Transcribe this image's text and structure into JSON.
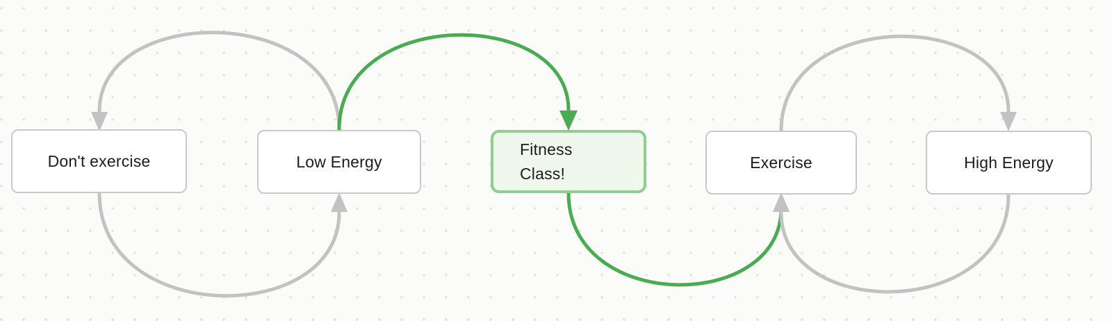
{
  "canvas": {
    "type": "flowchart-canvas",
    "grid": "dot-grid"
  },
  "nodes": [
    {
      "id": "dont-exercise",
      "label": "Don't exercise",
      "state": "default"
    },
    {
      "id": "low-energy",
      "label": "Low Energy",
      "state": "default"
    },
    {
      "id": "fitness-class",
      "label": "Fitness Class!",
      "state": "highlighted"
    },
    {
      "id": "exercise",
      "label": "Exercise",
      "state": "default"
    },
    {
      "id": "high-energy",
      "label": "High Energy",
      "state": "default"
    }
  ],
  "edges": [
    {
      "id": "low-energy-to-dont-exercise",
      "from": "Low Energy",
      "to": "Don't exercise",
      "side": "top",
      "color": "#c2c2c2",
      "style": "gray"
    },
    {
      "id": "dont-exercise-to-low-energy",
      "from": "Don't exercise",
      "to": "Low Energy",
      "side": "bottom",
      "color": "#c2c2c2",
      "style": "gray"
    },
    {
      "id": "low-energy-to-fitness-class",
      "from": "Low Energy",
      "to": "Fitness Class!",
      "side": "top",
      "color": "#4aac52",
      "style": "green"
    },
    {
      "id": "fitness-class-to-exercise",
      "from": "Fitness Class!",
      "to": "Exercise",
      "side": "bottom",
      "color": "#4aac52",
      "style": "green"
    },
    {
      "id": "exercise-to-high-energy",
      "from": "Exercise",
      "to": "High Energy",
      "side": "top",
      "color": "#c2c2c2",
      "style": "gray"
    },
    {
      "id": "high-energy-to-exercise",
      "from": "High Energy",
      "to": "Exercise",
      "side": "bottom",
      "color": "#c2c2c2",
      "style": "gray"
    }
  ],
  "colors": {
    "background": "#fbfbfa",
    "grid_dot": "#dedede",
    "node_fill": "#ffffff",
    "node_border": "#c9c9c9",
    "node_text": "#1c1c1e",
    "edge_gray": "#c2c2c2",
    "edge_green": "#4aac52",
    "highlight_fill": "#f0f8ee",
    "highlight_border": "#90cd90"
  }
}
